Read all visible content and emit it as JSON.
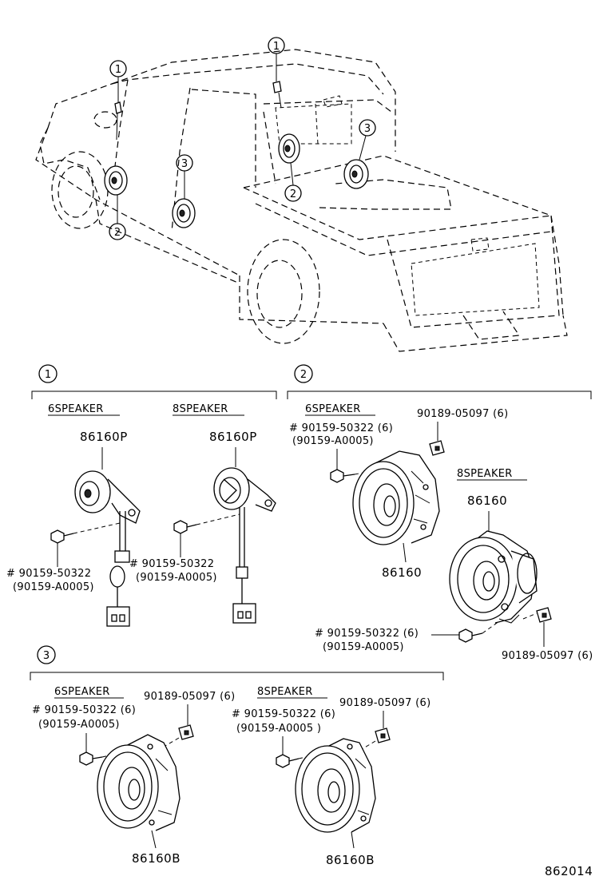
{
  "diagram_id": "862014",
  "callouts": {
    "one": "1",
    "two": "2",
    "three": "3"
  },
  "section1": {
    "sub_left": "6SPEAKER",
    "sub_right": "8SPEAKER",
    "part_left": "86160P",
    "part_right": "86160P",
    "screw_left_a": "# 90159-50322",
    "screw_left_b": "(90159-A0005)",
    "screw_right_a": "# 90159-50322",
    "screw_right_b": "(90159-A0005)"
  },
  "section2": {
    "sub_left": "6SPEAKER",
    "screw_a": "# 90159-50322 (6)",
    "screw_b": "(90159-A0005)",
    "nut_top": "90189-05097 (6)",
    "part_left": "86160",
    "sub_right": "8SPEAKER",
    "part_right": "86160",
    "screw2_a": "# 90159-50322 (6)",
    "screw2_b": "(90159-A0005)",
    "nut_bottom": "90189-05097 (6)"
  },
  "section3": {
    "sub_left": "6SPEAKER",
    "nut_left": "90189-05097 (6)",
    "screw_left_a": "# 90159-50322 (6)",
    "screw_left_b": "(90159-A0005)",
    "part_left": "86160B",
    "sub_right": "8SPEAKER",
    "nut_right": "90189-05097 (6)",
    "screw_right_a": "# 90159-50322 (6)",
    "screw_right_b": "(90159-A0005 )",
    "part_right": "86160B"
  }
}
